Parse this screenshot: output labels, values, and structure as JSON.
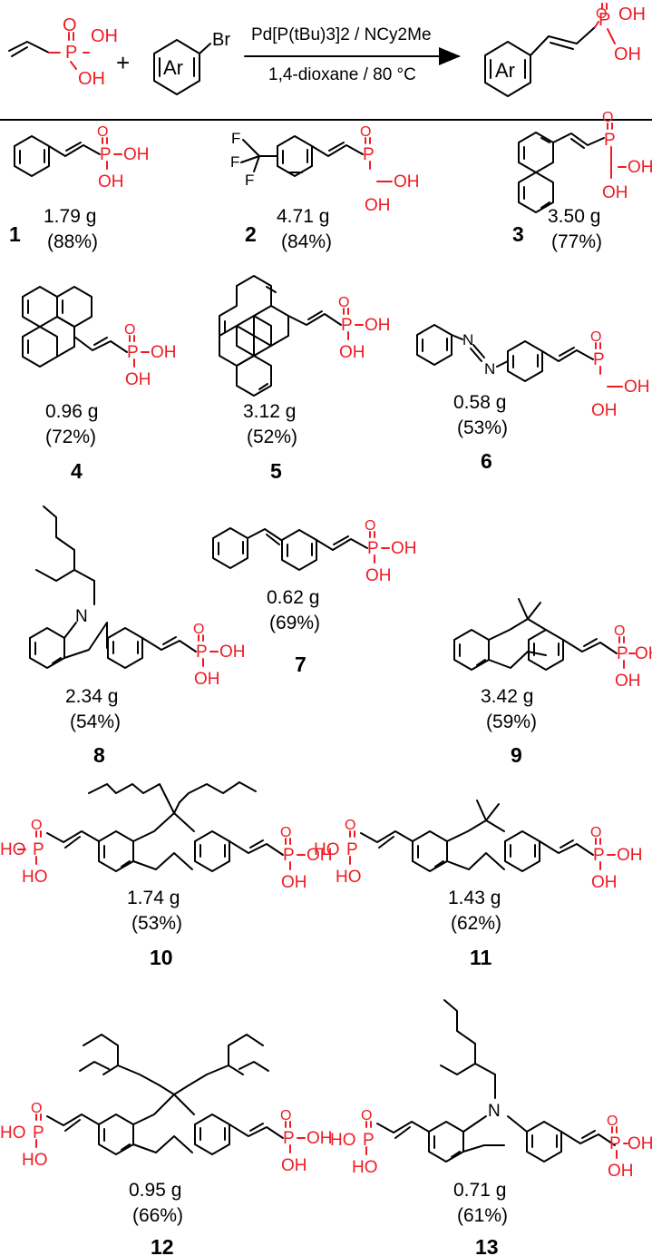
{
  "reaction": {
    "reagent_label": "Ar",
    "reagent_halide": "Br",
    "plus": "+",
    "catalyst": "Pd[P(tBu)3]2 / NCy2Me",
    "conditions": "1,4-dioxane / 80 °C",
    "product_label": "Ar"
  },
  "atoms": {
    "P": "P",
    "O": "O",
    "OH": "OH",
    "HO": "HO",
    "N": "N",
    "F": "F"
  },
  "compounds": [
    {
      "id": "1",
      "mass": "1.79 g",
      "yield": "(88%)"
    },
    {
      "id": "2",
      "mass": "4.71 g",
      "yield": "(84%)"
    },
    {
      "id": "3",
      "mass": "3.50 g",
      "yield": "(77%)"
    },
    {
      "id": "4",
      "mass": "0.96 g",
      "yield": "(72%)"
    },
    {
      "id": "5",
      "mass": "3.12 g",
      "yield": "(52%)"
    },
    {
      "id": "6",
      "mass": "0.58 g",
      "yield": "(53%)"
    },
    {
      "id": "7",
      "mass": "0.62 g",
      "yield": "(69%)"
    },
    {
      "id": "8",
      "mass": "2.34 g",
      "yield": "(54%)"
    },
    {
      "id": "9",
      "mass": "3.42 g",
      "yield": "(59%)"
    },
    {
      "id": "10",
      "mass": "1.74 g",
      "yield": "(53%)"
    },
    {
      "id": "11",
      "mass": "1.43 g",
      "yield": "(62%)"
    },
    {
      "id": "12",
      "mass": "0.95 g",
      "yield": "(66%)"
    },
    {
      "id": "13",
      "mass": "0.71 g",
      "yield": "(61%)"
    }
  ],
  "colors": {
    "heteroatom": "#ee1c25",
    "bond": "#000000",
    "background": "#ffffff"
  }
}
